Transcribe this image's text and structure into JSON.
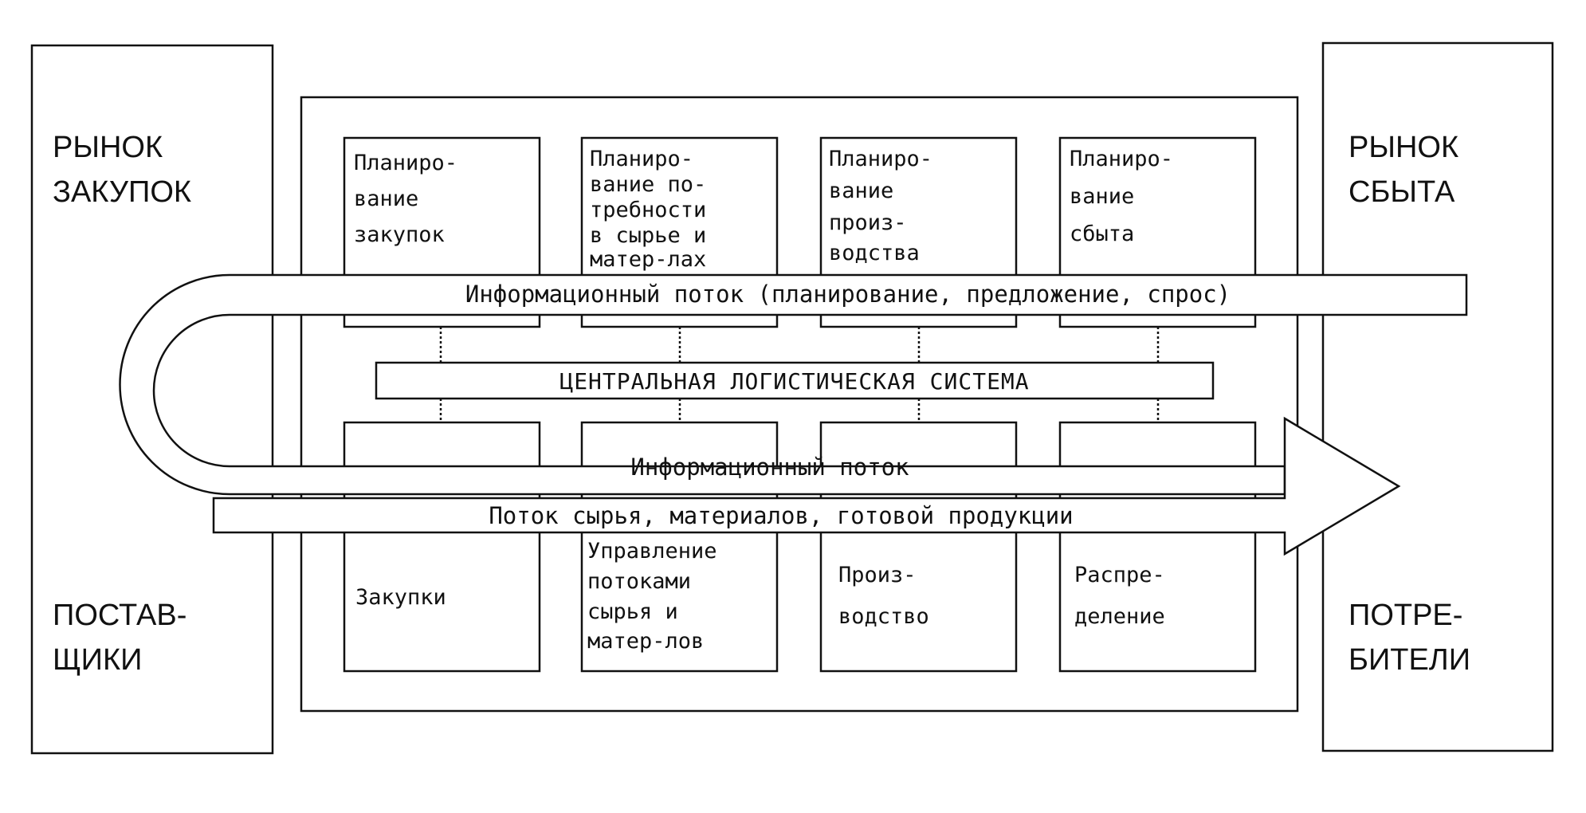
{
  "left_column": {
    "top": [
      "РЫНОК",
      "ЗАКУПОК"
    ],
    "bottom": [
      "ПОСТАВ-",
      "ЩИКИ"
    ]
  },
  "right_column": {
    "top": [
      "РЫНОК",
      "СБЫТА"
    ],
    "bottom": [
      "ПОТРЕ-",
      "БИТЕЛИ"
    ]
  },
  "planning_boxes": [
    [
      "Планиро-",
      "вание",
      "закупок"
    ],
    [
      "Планиро-",
      "вание по-",
      "требности",
      "в сырье и",
      "матер-лах"
    ],
    [
      "Планиро-",
      "вание",
      "произ-",
      "водства"
    ],
    [
      "Планиро-",
      "вание",
      "сбыта"
    ]
  ],
  "operation_boxes": [
    [
      "Закупки"
    ],
    [
      "Управление",
      "потоками",
      "сырья и",
      "матер-лов"
    ],
    [
      "Произ-",
      "водство"
    ],
    [
      "Распре-",
      "деление"
    ]
  ],
  "flows": {
    "info_top": "Информационный поток (планирование, предложение, спрос)",
    "central": "ЦЕНТРАЛЬНАЯ ЛОГИСТИЧЕСКАЯ СИСТЕМА",
    "info_bottom": "Информационный поток",
    "material": "Поток сырья, материалов, готовой продукции"
  }
}
